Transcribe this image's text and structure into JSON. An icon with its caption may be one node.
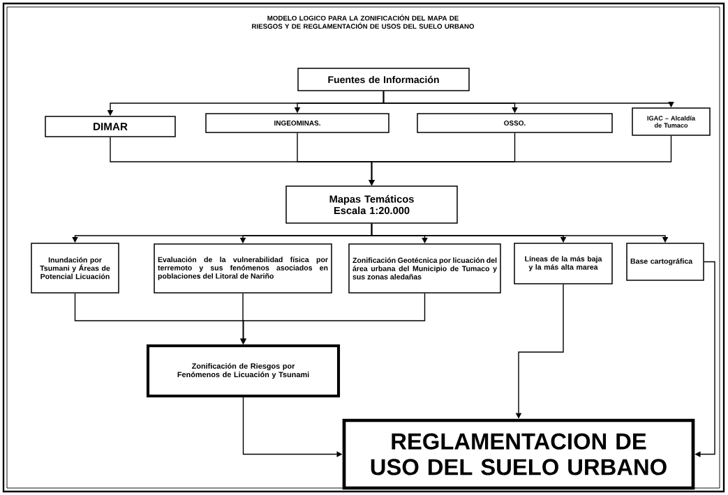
{
  "diagram": {
    "title": "MODELO LOGICO PARA LA ZONIFICACIÓN DEL MAPA DE RIESGOS Y DE REGLAMENTACIÓN DE USOS DEL SUELO URBANO",
    "nodes": [
      {
        "text": [
          "Fuentes de Información"
        ]
      },
      {
        "text": [
          "DIMAR"
        ]
      },
      {
        "text": [
          "INGEOMINAS."
        ]
      },
      {
        "text": [
          "OSSO."
        ]
      },
      {
        "text": [
          "IGAC – Alcaldía de Tumaco"
        ]
      },
      {
        "text": [
          "Mapas Temáticos Escala 1:20.000"
        ]
      },
      {
        "text": [
          "Inundación por Tsumani y Áreas de Potencial Licuación"
        ]
      },
      {
        "text": [
          "Evaluación de la vulnerabilidad física por terremoto y sus fenómenos asociados en poblaciones del Litoral de Nariño"
        ]
      },
      {
        "text": [
          "Zonificación Geotécnica por licuación del área urbana del Municipio de Tumaco y sus zonas aledañas"
        ]
      },
      {
        "text": [
          "Líneas de la más baja y la más alta marea"
        ]
      },
      {
        "text": [
          "Base cartográfica"
        ]
      },
      {
        "text": [
          "Zonificación de Riesgos por Fenómenos de Licuación y Tsunami"
        ]
      },
      {
        "text": [
          "REGLAMENTACION DE USO DEL SUELO URBANO"
        ]
      }
    ],
    "edges": [
      {
        "from": 0,
        "to": 1,
        "arrow": "to"
      },
      {
        "from": 0,
        "to": 2,
        "arrow": "to"
      },
      {
        "from": 0,
        "to": 3,
        "arrow": "to"
      },
      {
        "from": 0,
        "to": 4,
        "arrow": "to"
      },
      {
        "from": 1,
        "to": 5,
        "arrow": "to"
      },
      {
        "from": 2,
        "to": 5,
        "arrow": "to"
      },
      {
        "from": 3,
        "to": 5,
        "arrow": "to"
      },
      {
        "from": 4,
        "to": 5,
        "arrow": "to"
      },
      {
        "from": 5,
        "to": 6,
        "arrow": "to"
      },
      {
        "from": 5,
        "to": 7,
        "arrow": "to"
      },
      {
        "from": 5,
        "to": 8,
        "arrow": "to"
      },
      {
        "from": 5,
        "to": 9,
        "arrow": "to"
      },
      {
        "from": 5,
        "to": 10,
        "arrow": "to"
      },
      {
        "from": 6,
        "to": 11,
        "arrow": "to"
      },
      {
        "from": 7,
        "to": 11,
        "arrow": "to"
      },
      {
        "from": 8,
        "to": 11,
        "arrow": "to"
      },
      {
        "from": 11,
        "to": 12,
        "arrow": "to"
      },
      {
        "from": 9,
        "to": 12,
        "arrow": "to"
      },
      {
        "from": 10,
        "to": 12,
        "arrow": "to"
      }
    ]
  }
}
